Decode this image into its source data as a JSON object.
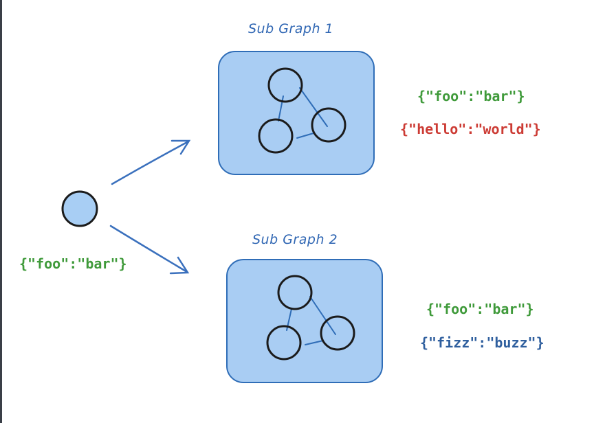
{
  "colors": {
    "green": "#3f9a3a",
    "red": "#cc3b34",
    "blue": "#2f5f9e",
    "box_fill": "#a9cdf3",
    "box_stroke": "#2f6db7",
    "node_fill": "#a8cef4",
    "node_stroke": "#1b1b1b",
    "arrow": "#3a70bd"
  },
  "input": {
    "state_label": "{\"foo\":\"bar\"}"
  },
  "subgraph_1": {
    "title": "Sub Graph 1",
    "state_1": "{\"foo\":\"bar\"}",
    "state_2": "{\"hello\":\"world\"}"
  },
  "subgraph_2": {
    "title": "Sub Graph 2",
    "state_1": "{\"foo\":\"bar\"}",
    "state_2": "{\"fizz\":\"buzz\"}"
  }
}
